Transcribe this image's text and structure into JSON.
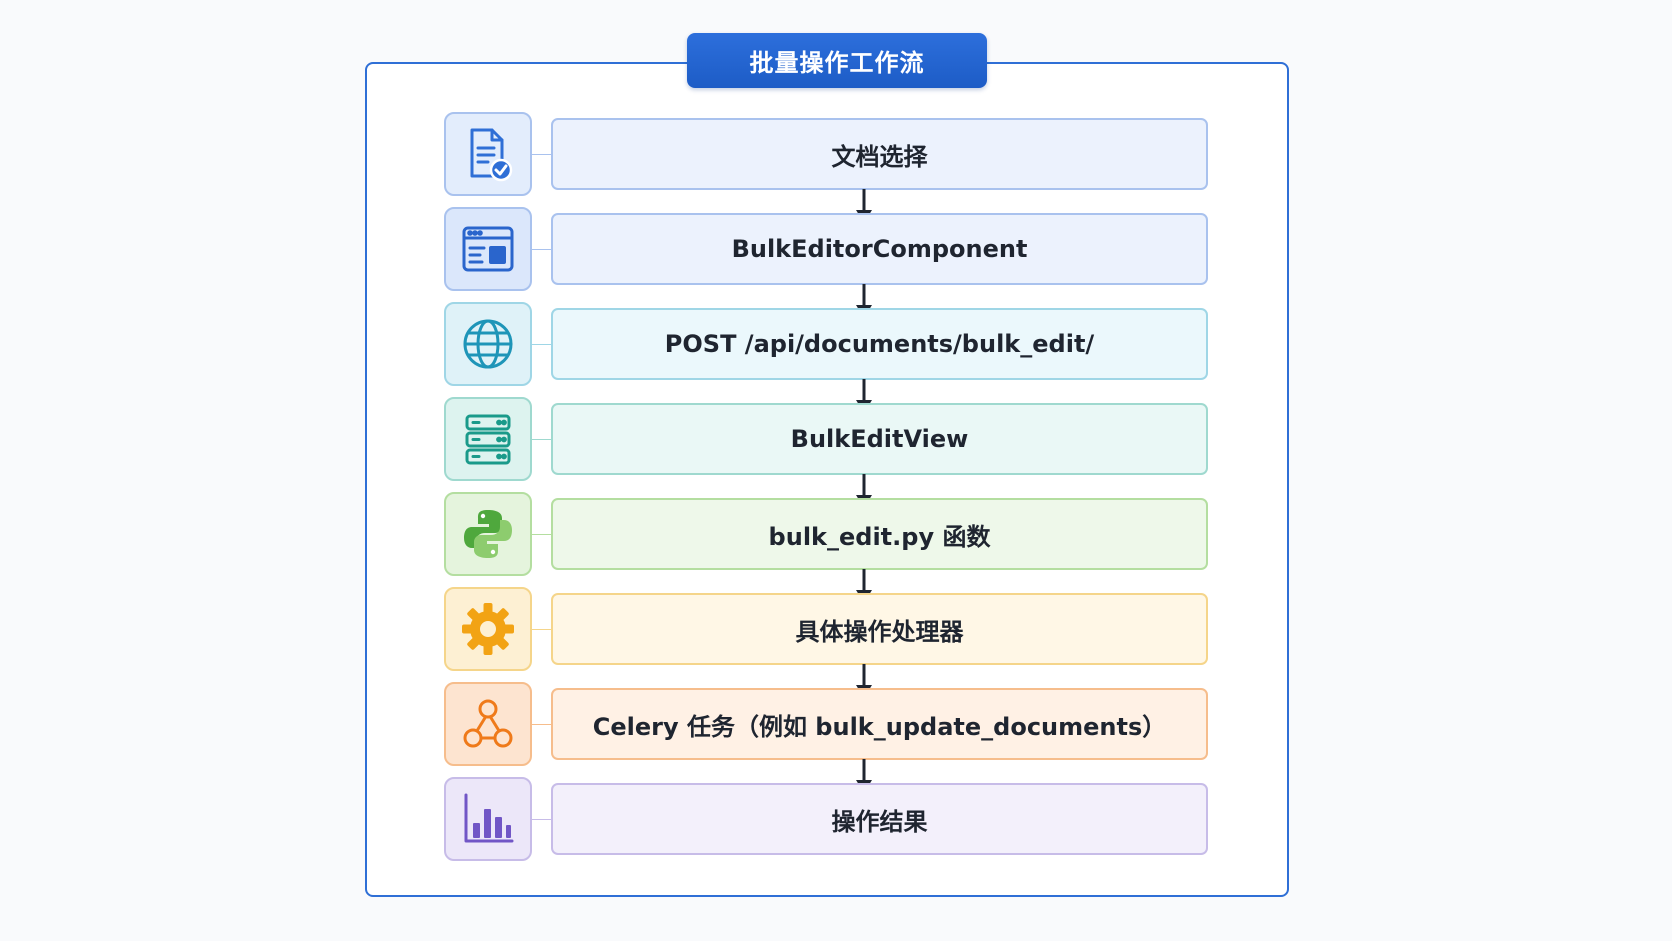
{
  "title": "批量操作工作流",
  "steps": [
    {
      "label": "文档选择",
      "icon": "document-check-icon",
      "fill": "#ecf2fd",
      "border": "#a9c2ee",
      "tile_fill": "#e3edfc",
      "accent": "#2f6fd6"
    },
    {
      "label": "BulkEditorComponent",
      "icon": "browser-window-icon",
      "fill": "#ecf2fd",
      "border": "#a9c2ee",
      "tile_fill": "#dbe7fb",
      "accent": "#2a65cc"
    },
    {
      "label": "POST /api/documents/bulk_edit/",
      "icon": "globe-icon",
      "fill": "#ebf8fc",
      "border": "#9fd6e6",
      "tile_fill": "#dff2f8",
      "accent": "#1e95b8"
    },
    {
      "label": "BulkEditView",
      "icon": "server-icon",
      "fill": "#eaf8f6",
      "border": "#9fd9cf",
      "tile_fill": "#ddf3ef",
      "accent": "#1a9a8a"
    },
    {
      "label": "bulk_edit.py 函数",
      "icon": "python-icon",
      "fill": "#eef8ea",
      "border": "#b4dea0",
      "tile_fill": "#e5f4dd",
      "accent": "#4fa83d"
    },
    {
      "label": "具体操作处理器",
      "icon": "gear-icon",
      "fill": "#fff7e6",
      "border": "#f5d58a",
      "tile_fill": "#fdf0d3",
      "accent": "#f2a314"
    },
    {
      "label": "Celery 任务（例如 bulk_update_documents）",
      "icon": "workflow-nodes-icon",
      "fill": "#fff1e5",
      "border": "#f6bd8c",
      "tile_fill": "#fde4d0",
      "accent": "#ef7a1a"
    },
    {
      "label": "操作结果",
      "icon": "bar-chart-icon",
      "fill": "#f3f0fb",
      "border": "#c7bce8",
      "tile_fill": "#ece7f9",
      "accent": "#7156c6"
    }
  ]
}
